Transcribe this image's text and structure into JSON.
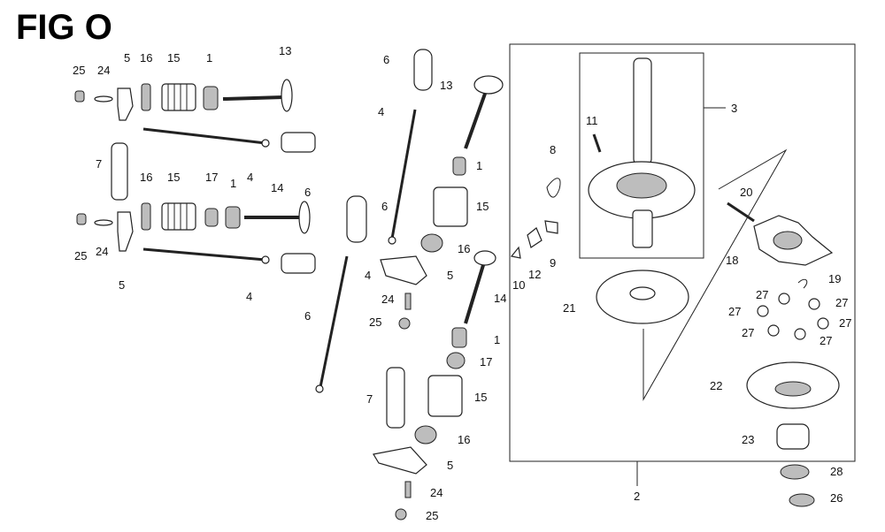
{
  "title": "FIG O",
  "labels": {
    "l25a": "25",
    "l24a": "24",
    "l5a": "5",
    "l16a": "16",
    "l15a": "15",
    "l1a": "1",
    "l13a": "13",
    "l7a": "7",
    "l4a": "4",
    "l6a": "6",
    "l16b": "16",
    "l15b": "15",
    "l17a": "17",
    "l1b": "1",
    "l14a": "14",
    "l25b": "25",
    "l24b": "24",
    "l5b": "5",
    "l4b": "4",
    "l6b": "6",
    "l6c": "6",
    "l4c": "4",
    "l13b": "13",
    "l1c": "1",
    "l15c": "15",
    "l6d": "6",
    "l16c": "16",
    "l5c": "5",
    "l4d": "4",
    "l24c": "24",
    "l25c": "25",
    "l14b": "14",
    "l1d": "1",
    "l17b": "17",
    "l15d": "15",
    "l7b": "7",
    "l16d": "16",
    "l5d": "5",
    "l24d": "24",
    "l25d": "25",
    "l8": "8",
    "l11": "11",
    "l3": "3",
    "l10": "10",
    "l12": "12",
    "l9": "9",
    "l21": "21",
    "l20": "20",
    "l18": "18",
    "l19": "19",
    "l27a": "27",
    "l27b": "27",
    "l27c": "27",
    "l27d": "27",
    "l27e": "27",
    "l27f": "27",
    "l22": "22",
    "l23": "23",
    "l28": "28",
    "l26": "26",
    "l2": "2"
  }
}
